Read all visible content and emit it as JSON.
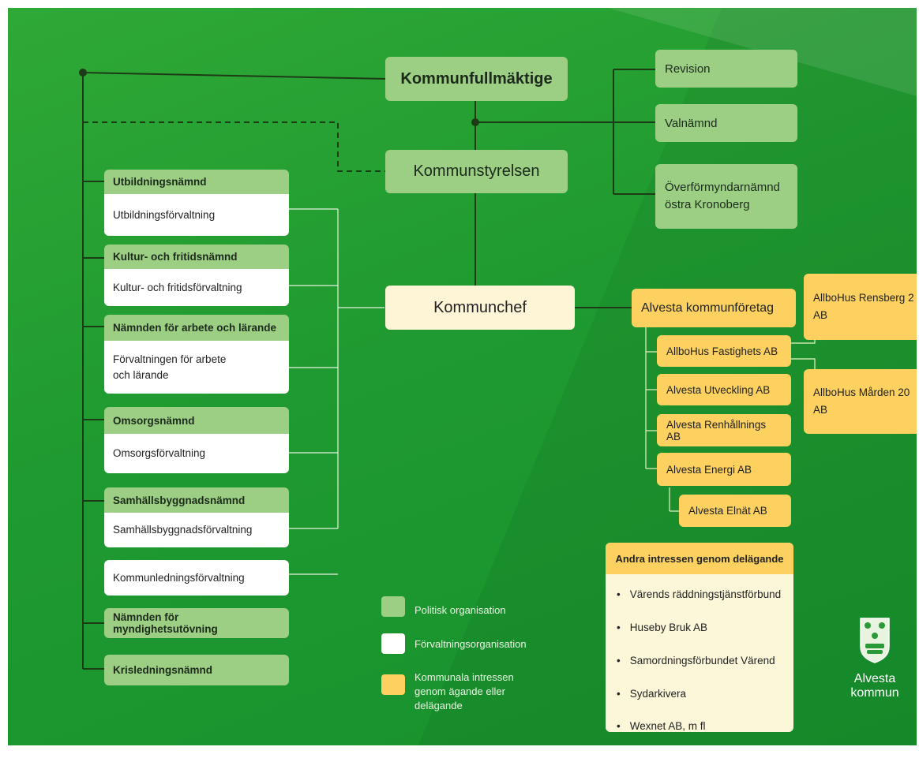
{
  "top": {
    "kommunfullmaktige": "Kommunfullmäktige",
    "kommunstyrelsen": "Kommunstyrelsen",
    "kommunchef": "Kommunchef"
  },
  "oversight": [
    "Revision",
    "Valnämnd",
    "Överförmyndarnämnd östra Kronoberg"
  ],
  "committees": [
    {
      "name": "Utbildningsnämnd",
      "office": "Utbildningsförvaltning"
    },
    {
      "name": "Kultur- och fritidsnämnd",
      "office": "Kultur- och fritidsförvaltning"
    },
    {
      "name": "Nämnden för arbete och lärande",
      "office": "Förvaltningen för arbete och lärande"
    },
    {
      "name": "Omsorgsnämnd",
      "office": "Omsorgsförvaltning"
    },
    {
      "name": "Samhällsbyggnadsnämnd",
      "office": "Samhällsbyggnadsförvaltning"
    }
  ],
  "office_standalone": "Kommunledningsförvaltning",
  "committees_bottom": [
    "Nämnden för myndighetsutövning",
    "Krisledningsnämnd"
  ],
  "companies": {
    "parent": "Alvesta kommunföretag",
    "subsidiaries": [
      "AllboHus Fastighets AB",
      "Alvesta Utveckling AB",
      "Alvesta Renhållnings AB",
      "Alvesta Energi AB",
      "Alvesta Elnät AB"
    ],
    "side": [
      "AllboHus Rensberg 2 AB",
      "AllboHus Mården 20 AB"
    ]
  },
  "other_interests": {
    "title": "Andra intressen genom delägande",
    "items": [
      "Värends räddningstjänstförbund",
      "Huseby Bruk AB",
      "Samordningsförbundet Värend",
      "Sydarkivera",
      "Wexnet AB, m fl"
    ]
  },
  "legend": [
    {
      "label": "Politisk organisation",
      "color": "#9ccf83"
    },
    {
      "label": "Förvaltningsorganisation",
      "color": "#ffffff"
    },
    {
      "label": "Kommunala intressen genom ägande eller delägande",
      "color": "#fcd15f"
    }
  ],
  "logo": {
    "line1": "Alvesta",
    "line2": "kommun"
  }
}
